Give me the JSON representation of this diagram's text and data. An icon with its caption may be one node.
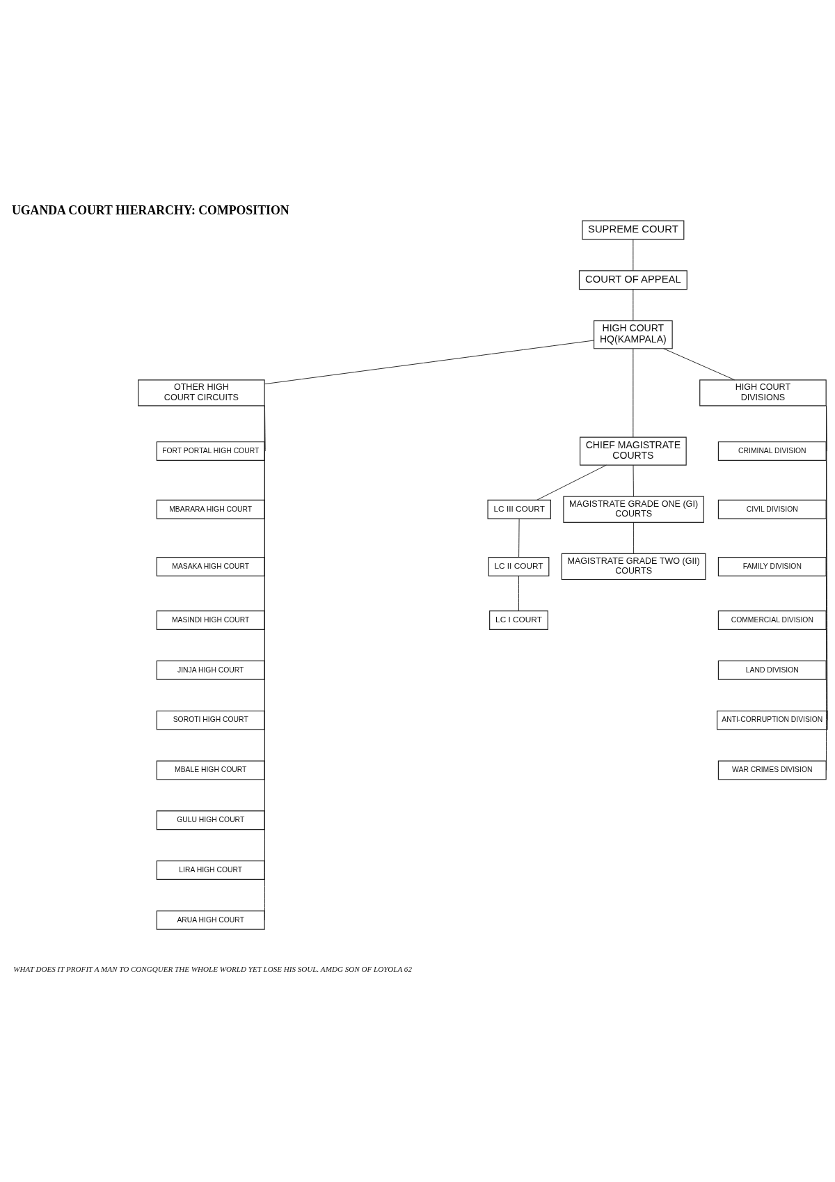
{
  "diagram": {
    "title": "UGANDA COURT HIERARCHY: COMPOSITION",
    "nodes": [
      {
        "text": [
          "SUPREME COURT"
        ]
      },
      {
        "text": [
          "COURT OF APPEAL"
        ]
      },
      {
        "text": [
          "HIGH COURT HQ(KAMPALA)"
        ]
      },
      {
        "text": [
          "OTHER HIGH COURT CIRCUITS"
        ]
      },
      {
        "text": [
          "HIGH COURT DIVISIONS"
        ]
      },
      {
        "text": [
          "CHIEF MAGISTRATE COURTS"
        ]
      },
      {
        "text": [
          "MAGISTRATE GRADE ONE (GI) COURTS"
        ]
      },
      {
        "text": [
          "LC III COURT"
        ]
      },
      {
        "text": [
          "LC II COURT"
        ]
      },
      {
        "text": [
          "LC I COURT"
        ]
      },
      {
        "text": [
          "MAGISTRATE GRADE TWO (GII) COURTS"
        ]
      },
      {
        "text": [
          "FORT PORTAL HIGH COURT"
        ]
      },
      {
        "text": [
          "MBARARA HIGH COURT"
        ]
      },
      {
        "text": [
          "MASAKA HIGH COURT"
        ]
      },
      {
        "text": [
          "MASINDI HIGH COURT"
        ]
      },
      {
        "text": [
          "JINJA HIGH COURT"
        ]
      },
      {
        "text": [
          "SOROTI HIGH COURT"
        ]
      },
      {
        "text": [
          "MBALE HIGH COURT"
        ]
      },
      {
        "text": [
          "GULU HIGH COURT"
        ]
      },
      {
        "text": [
          "LIRA HIGH COURT"
        ]
      },
      {
        "text": [
          "ARUA HIGH COURT"
        ]
      },
      {
        "text": [
          "CRIMINAL DIVISION"
        ]
      },
      {
        "text": [
          "CIVIL DIVISION"
        ]
      },
      {
        "text": [
          "FAMILY DIVISION"
        ]
      },
      {
        "text": [
          "COMMERCIAL DIVISION"
        ]
      },
      {
        "text": [
          "LAND DIVISION"
        ]
      },
      {
        "text": [
          "ANTI-CORRUPTION DIVISION"
        ]
      },
      {
        "text": [
          "WAR CRIMES DIVISION"
        ]
      }
    ],
    "edges": [
      {
        "from": 0,
        "to": 1,
        "arrow": "none"
      },
      {
        "from": 1,
        "to": 2,
        "arrow": "none"
      },
      {
        "from": 2,
        "to": 3,
        "arrow": "none"
      },
      {
        "from": 2,
        "to": 5,
        "arrow": "none"
      },
      {
        "from": 2,
        "to": 4,
        "arrow": "none"
      },
      {
        "from": 5,
        "to": 7,
        "arrow": "none"
      },
      {
        "from": 5,
        "to": 6,
        "arrow": "none"
      },
      {
        "from": 7,
        "to": 8,
        "arrow": "none"
      },
      {
        "from": 8,
        "to": 9,
        "arrow": "none"
      },
      {
        "from": 6,
        "to": 10,
        "arrow": "none"
      },
      {
        "from": 3,
        "to": 11,
        "arrow": "none"
      },
      {
        "from": 3,
        "to": 12,
        "arrow": "none"
      },
      {
        "from": 3,
        "to": 13,
        "arrow": "none"
      },
      {
        "from": 3,
        "to": 14,
        "arrow": "none"
      },
      {
        "from": 3,
        "to": 15,
        "arrow": "none"
      },
      {
        "from": 3,
        "to": 16,
        "arrow": "none"
      },
      {
        "from": 3,
        "to": 17,
        "arrow": "none"
      },
      {
        "from": 3,
        "to": 18,
        "arrow": "none"
      },
      {
        "from": 3,
        "to": 19,
        "arrow": "none"
      },
      {
        "from": 3,
        "to": 20,
        "arrow": "none"
      },
      {
        "from": 4,
        "to": 21,
        "arrow": "none"
      },
      {
        "from": 4,
        "to": 22,
        "arrow": "none"
      },
      {
        "from": 4,
        "to": 23,
        "arrow": "none"
      },
      {
        "from": 4,
        "to": 24,
        "arrow": "none"
      },
      {
        "from": 4,
        "to": 25,
        "arrow": "none"
      },
      {
        "from": 4,
        "to": 26,
        "arrow": "none"
      },
      {
        "from": 4,
        "to": 27,
        "arrow": "none"
      }
    ],
    "labels": [
      "WHAT DOES IT PROFIT A MAN TO CONGQUER THE WHOLE WORLD YET LOSE HIS SOUL. AMDG SON OF LOYOLA 62"
    ]
  }
}
